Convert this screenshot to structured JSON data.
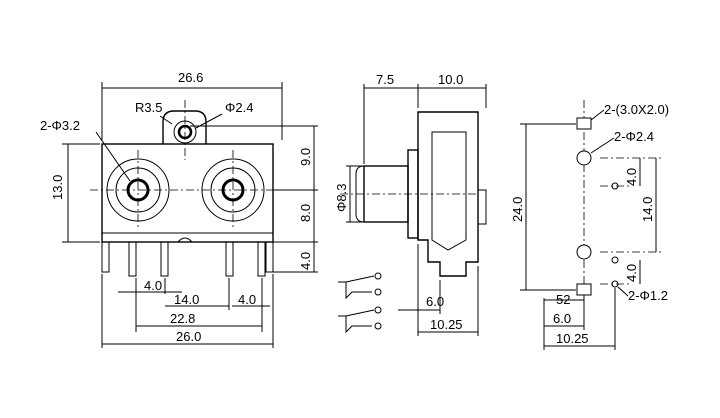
{
  "front_view": {
    "width_top": "26.6",
    "radius": "R3.5",
    "hole_top": "Φ2.4",
    "holes_jack": "2-Φ3.2",
    "height_left": "13.0",
    "dim_right_top": "9.0",
    "dim_right_mid": "8.0",
    "dim_right_bot": "4.0",
    "pin_spacing_a": "4.0",
    "pin_spacing_b": "14.0",
    "pin_spacing_c": "4.0",
    "pin_span": "22.8",
    "width_bottom": "26.0"
  },
  "side_view": {
    "depth_a": "7.5",
    "depth_b": "10.0",
    "barrel_dia": "Φ8.3",
    "dim_bot_a": "6.0",
    "dim_bot_b": "10.25"
  },
  "pcb_view": {
    "slots": "2-(3.0X2.0)",
    "holes_top": "2-Φ2.4",
    "height": "24.0",
    "dim_a": "4.0",
    "dim_b": "14.0",
    "dim_c": "4.0",
    "dim_d": "52",
    "holes_bot": "2-Φ1.2",
    "dim_e": "6.0",
    "dim_f": "10.25"
  }
}
